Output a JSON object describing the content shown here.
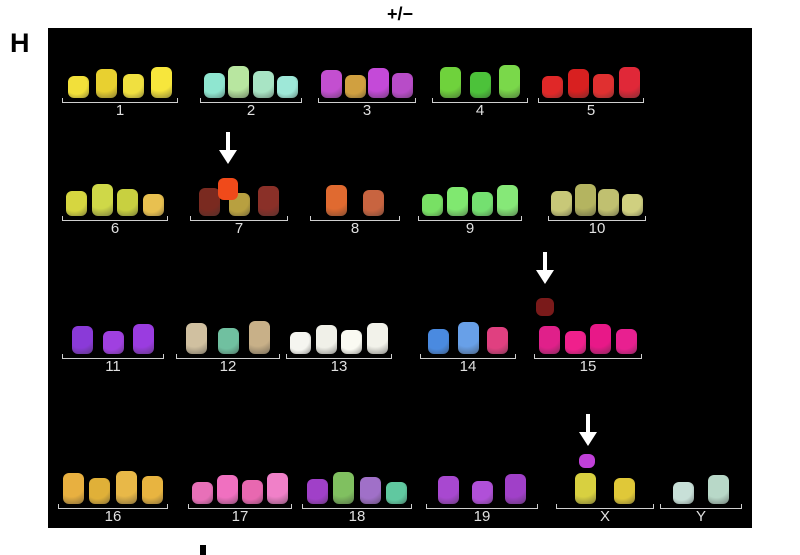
{
  "figure": {
    "panel_letter": "H",
    "genotype_label": "+/−"
  },
  "karyotype": [
    {
      "label": "1",
      "colors": [
        "#f2e03a",
        "#e8d030",
        "#f0e040",
        "#f7e63c"
      ]
    },
    {
      "label": "2",
      "colors": [
        "#8fe6d0",
        "#b8e6a0",
        "#a8e4c4",
        "#9ee8d8"
      ]
    },
    {
      "label": "3",
      "colors": [
        "#c34fd0",
        "#d0a040",
        "#c44ad8",
        "#b84cc8"
      ]
    },
    {
      "label": "4",
      "colors": [
        "#6fd23c",
        "#4cc23a",
        "#7ad84a"
      ]
    },
    {
      "label": "5",
      "colors": [
        "#e02828",
        "#d82020",
        "#e03030",
        "#e02838"
      ]
    },
    {
      "label": "6",
      "colors": [
        "#d6d640",
        "#cfd848",
        "#c8d040",
        "#e8c050"
      ]
    },
    {
      "label": "7",
      "colors": [
        "#7a2a20",
        "#b8a040",
        "#8a3028"
      ]
    },
    {
      "label": "8",
      "colors": [
        "#e06a30",
        "#c86440"
      ]
    },
    {
      "label": "9",
      "colors": [
        "#78e064",
        "#80e870",
        "#74e070",
        "#86e878"
      ]
    },
    {
      "label": "10",
      "colors": [
        "#c8c878",
        "#b4b460",
        "#c0c070",
        "#d0d080"
      ]
    },
    {
      "label": "11",
      "colors": [
        "#8a3ad8",
        "#a040e0",
        "#9a3ce0"
      ]
    },
    {
      "label": "12",
      "colors": [
        "#d0c0a0",
        "#70c0a0",
        "#c8b088"
      ]
    },
    {
      "label": "13",
      "colors": [
        "#f5f5f0",
        "#f0f0e8",
        "#fafaf2",
        "#f2f2ea"
      ]
    },
    {
      "label": "14",
      "colors": [
        "#4a8ae0",
        "#68a0e8",
        "#e04080"
      ]
    },
    {
      "label": "15",
      "colors": [
        "#e0208a",
        "#f0208c",
        "#e81888",
        "#e82090"
      ]
    },
    {
      "label": "16",
      "colors": [
        "#e8b040",
        "#e0b038",
        "#e8b848",
        "#e8b440"
      ]
    },
    {
      "label": "17",
      "colors": [
        "#e870b8",
        "#f070c0",
        "#e868b0",
        "#f080c8"
      ]
    },
    {
      "label": "18",
      "colors": [
        "#a040c8",
        "#80c060",
        "#a070c8",
        "#60c8a0"
      ]
    },
    {
      "label": "19",
      "colors": [
        "#a848d0",
        "#b050d8",
        "#a040c8"
      ]
    },
    {
      "label": "X",
      "colors": [
        "#d8d040",
        "#e0c838"
      ]
    },
    {
      "label": "Y",
      "colors": [
        "#c8e0d8",
        "#b8d8c8"
      ]
    }
  ],
  "annotations": {
    "aberration_arrow_color": "#ffffff",
    "translocated_segment_colors": {
      "chr7": "#f04a1a",
      "chr15": "#7a1a1a",
      "chrX": "#c040d8"
    }
  }
}
